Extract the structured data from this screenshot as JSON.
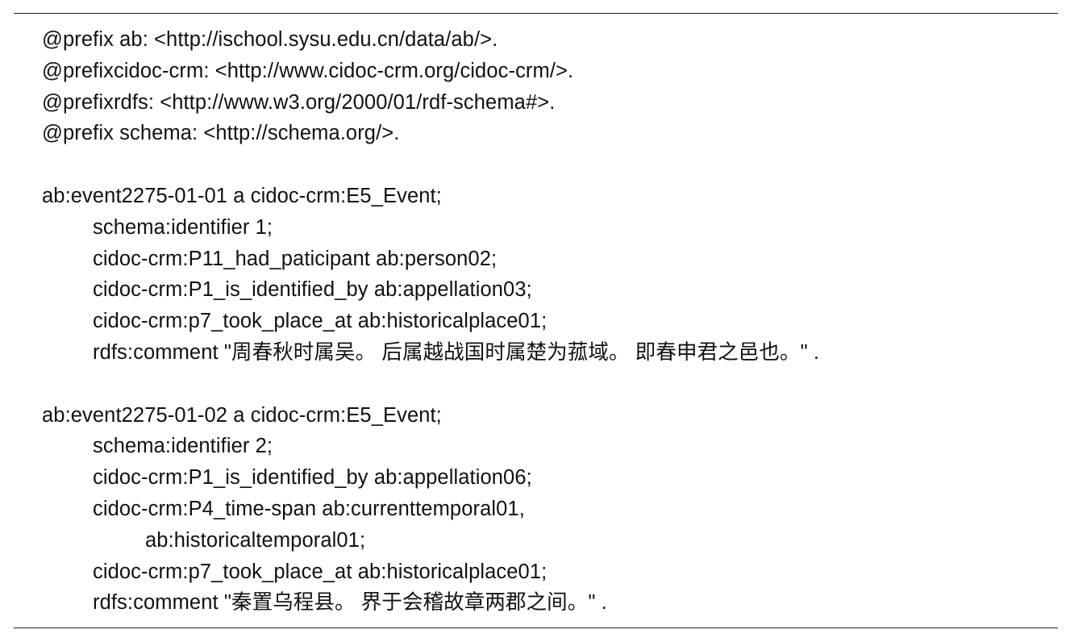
{
  "prefixes": [
    "@prefix ab: <http://ischool.sysu.edu.cn/data/ab/>.",
    "@prefixcidoc-crm: <http://www.cidoc-crm.org/cidoc-crm/>.",
    "@prefixrdfs: <http://www.w3.org/2000/01/rdf-schema#>.",
    "@prefix schema: <http://schema.org/>."
  ],
  "event1": {
    "head": "ab:event2275-01-01 a cidoc-crm:E5_Event;",
    "props": [
      "schema:identifier 1;",
      "cidoc-crm:P11_had_paticipant ab:person02;",
      "cidoc-crm:P1_is_identified_by ab:appellation03;",
      "cidoc-crm:p7_took_place_at ab:historicalplace01;",
      "rdfs:comment \"周春秋时属吴。 后属越战国时属楚为菰域。 即春申君之邑也。\" ."
    ]
  },
  "event2": {
    "head": "ab:event2275-01-02 a cidoc-crm:E5_Event;",
    "props": [
      "schema:identifier 2;",
      "cidoc-crm:P1_is_identified_by ab:appellation06;",
      "cidoc-crm:P4_time-span ab:currenttemporal01,",
      "ab:historicaltemporal01;",
      "cidoc-crm:p7_took_place_at ab:historicalplace01;",
      "rdfs:comment \"秦置乌程县。 界于会稽故章两郡之间。\" ."
    ]
  }
}
